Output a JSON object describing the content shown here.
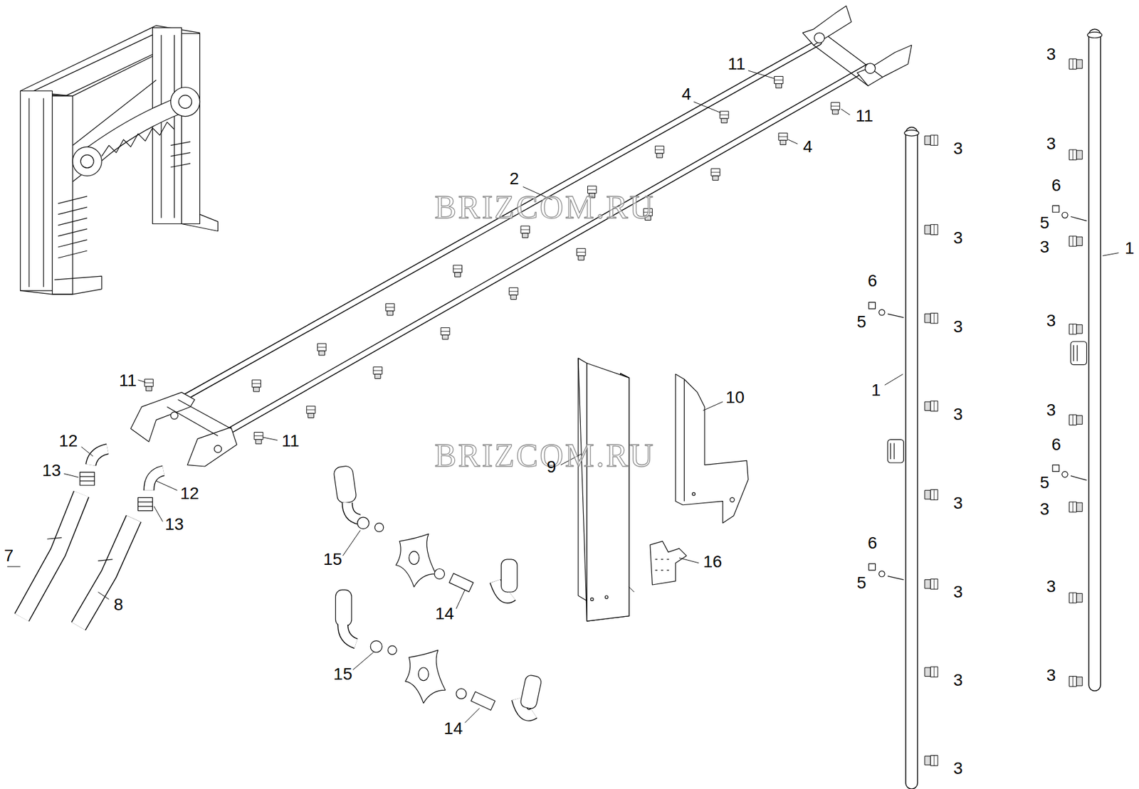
{
  "diagram": {
    "labels": [
      "11",
      "4",
      "11",
      "4",
      "2",
      "BRIZCOM.RU",
      "11",
      "11",
      "12",
      "13",
      "12",
      "13",
      "7",
      "8",
      "BRIZCOM.RU",
      "9",
      "10",
      "16",
      "15",
      "14",
      "15",
      "14",
      "3",
      "3",
      "6",
      "5",
      "3",
      "1",
      "3",
      "3",
      "6",
      "5",
      "3",
      "3",
      "3",
      "3",
      "3",
      "6",
      "5",
      "3",
      "1",
      "3",
      "3",
      "6",
      "5",
      "3",
      "3",
      "3"
    ]
  }
}
